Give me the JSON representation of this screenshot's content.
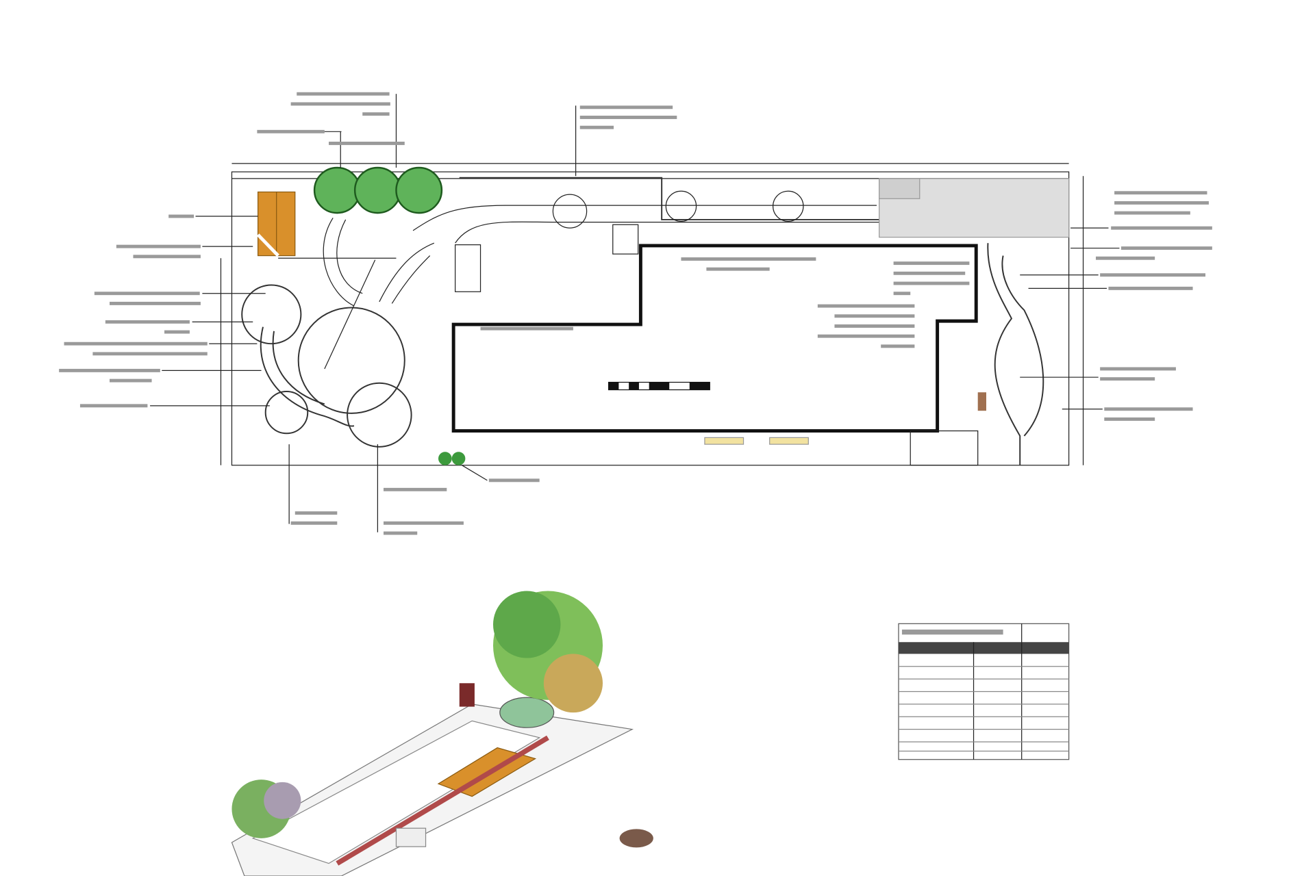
{
  "colors": {
    "background": "#ffffff",
    "linework": "#222222",
    "tree_canopy": "#5fb35a",
    "deck_wood": "#d9902b",
    "paving_gray": "#dcdcdc",
    "bench_yellow": "#f2e2a0",
    "coin": "#7a5a4a"
  },
  "icons": [
    "tree-canopy-symbol",
    "deck-symbol",
    "scale-bar",
    "coin-reference"
  ]
}
